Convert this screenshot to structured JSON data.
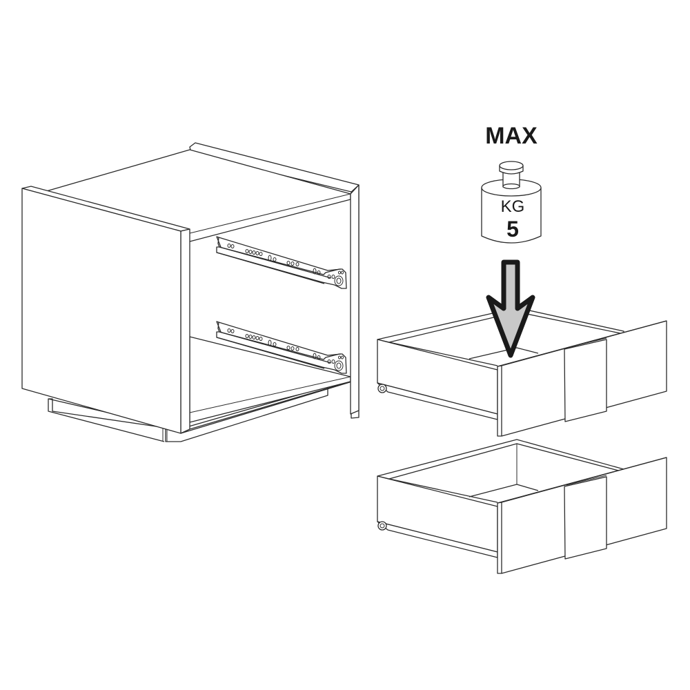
{
  "diagram": {
    "type": "assembly-instruction",
    "subject": "nightstand cabinet with two drawers on ball-bearing slides",
    "load_warning": {
      "label": "MAX",
      "unit": "KG",
      "value": "5",
      "icon": "weight-icon",
      "arrow_icon": "down-arrow-icon",
      "arrow_fill": "#c8c8c8",
      "arrow_stroke": "#1a1a1a"
    },
    "parts": [
      {
        "name": "cabinet-body",
        "description": "Open cabinet carcass with plinth"
      },
      {
        "name": "drawer-slide-upper",
        "description": "Metal drawer runner, upper"
      },
      {
        "name": "drawer-slide-lower",
        "description": "Metal drawer runner, lower"
      },
      {
        "name": "drawer-upper",
        "description": "Upper drawer with front panel and handle recess"
      },
      {
        "name": "drawer-lower",
        "description": "Lower drawer with front panel and handle recess"
      }
    ],
    "colors": {
      "line": "#2a2a2a",
      "background": "#ffffff"
    }
  }
}
